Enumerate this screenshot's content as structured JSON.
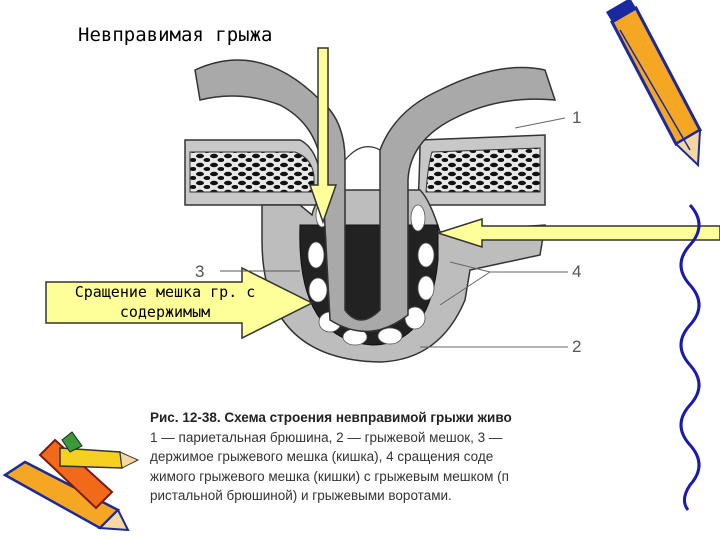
{
  "slide": {
    "title": "Невправимая грыжа",
    "arrow_label_line1": "Сращение мешка гр. с",
    "arrow_label_line2": "содержимым"
  },
  "figure": {
    "labels": {
      "n1": "1",
      "n2": "2",
      "n3": "3",
      "n4": "4"
    },
    "caption_lines": [
      "Рис. 12-38. Схема строения невправимой грыжи живо",
      "1 — париетальная брюшина, 2 — грыжевой мешок, 3 —",
      "держимое грыжевого мешка (кишка), 4    сращения соде",
      "жимого грыжевого мешка (кишки) с грыжевым мешком (п",
      "ристальной брюшиной) и грыжевыми воротами."
    ]
  },
  "colors": {
    "arrow_fill": "#ffff99",
    "hernia_grey": "#bdbdbd",
    "pencil_orange": "#f5a623",
    "pencil_blue": "#1a2a9e",
    "squiggle_blue": "#1a1ab0"
  }
}
